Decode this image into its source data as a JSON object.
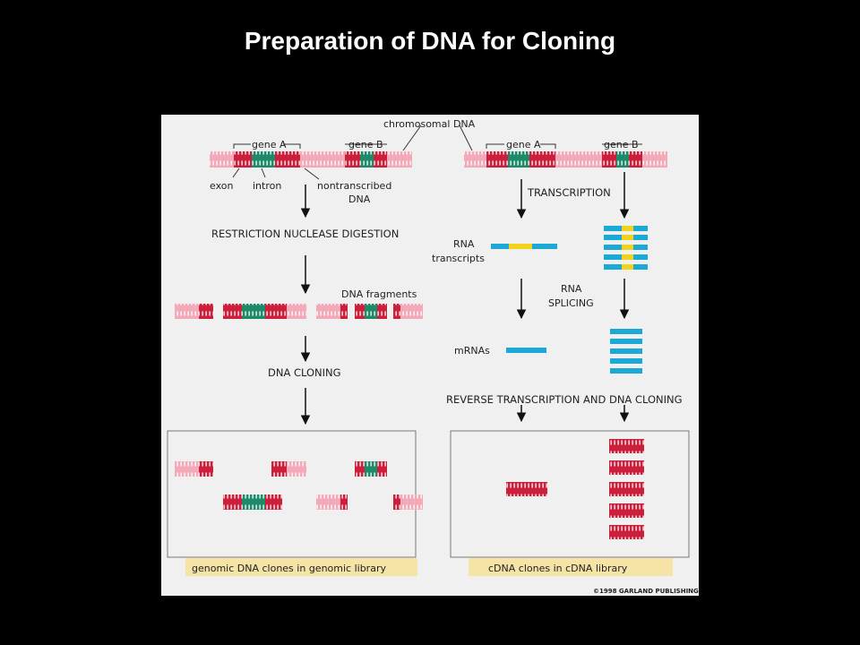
{
  "title": "Preparation of DNA for Cloning",
  "labels": {
    "chromosomal_dna": "chromosomal DNA",
    "gene_a": "gene A",
    "gene_b": "gene B",
    "exon": "exon",
    "intron": "intron",
    "nontranscribed_1": "nontranscribed",
    "nontranscribed_2": "DNA",
    "restriction": "RESTRICTION NUCLEASE DIGESTION",
    "dna_fragments": "DNA fragments",
    "dna_cloning": "DNA CLONING",
    "transcription": "TRANSCRIPTION",
    "rna_1": "RNA",
    "rna_2": "transcripts",
    "splicing_1": "RNA",
    "splicing_2": "SPLICING",
    "mrnas": "mRNAs",
    "reverse": "REVERSE TRANSCRIPTION AND DNA CLONING",
    "genomic_library": "genomic DNA clones in genomic library",
    "cdna_library": "cDNA clones in cDNA library",
    "copyright": "©1998 GARLAND PUBLISHING"
  },
  "colors": {
    "exon": "#cc1f3c",
    "intron": "#1e8a6a",
    "nontranscribed": "#f2a9b8",
    "rna": "#1da9d6",
    "rna_intron": "#f2d21b",
    "caption_bg": "#f6e3a6",
    "panel_bg": "#f0f0f0"
  }
}
